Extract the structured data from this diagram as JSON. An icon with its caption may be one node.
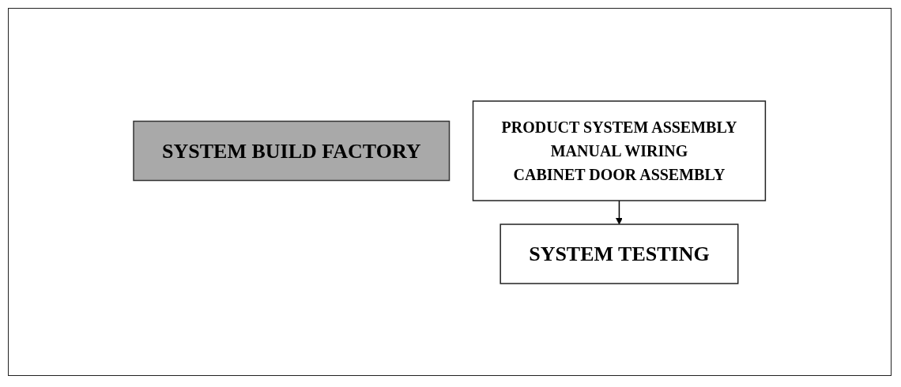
{
  "diagram": {
    "nodes": [
      {
        "text": [
          "SYSTEM BUILD FACTORY"
        ]
      },
      {
        "text": [
          "PRODUCT SYSTEM ASSEMBLY",
          "MANUAL WIRING",
          "CABINET DOOR ASSEMBLY"
        ]
      },
      {
        "text": [
          "SYSTEM TESTING"
        ]
      }
    ],
    "edges": [
      {
        "from": 1,
        "to": 2,
        "arrow": "to"
      }
    ]
  }
}
